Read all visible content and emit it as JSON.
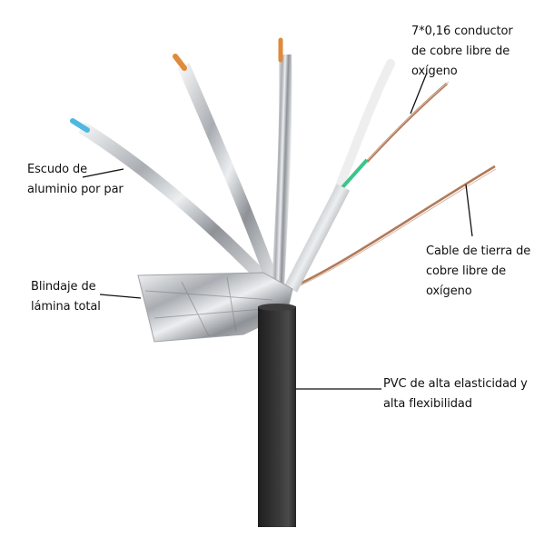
{
  "diagram": {
    "subject": "Shielded twisted-pair network cable, cutaway",
    "labels": [
      {
        "id": "conductor",
        "lines": [
          "7*0,16 conductor",
          "de cobre libre de",
          "oxígeno"
        ]
      },
      {
        "id": "pair-shield",
        "lines": [
          "Escudo de",
          "aluminio por par"
        ]
      },
      {
        "id": "ground-wire",
        "lines": [
          "Cable de tierra de",
          "cobre libre de",
          "oxígeno"
        ]
      },
      {
        "id": "overall-foil",
        "lines": [
          "Blindaje de",
          "lámina total"
        ]
      },
      {
        "id": "jacket",
        "lines": [
          "PVC de alta elasticidad y",
          "alta flexibilidad"
        ]
      }
    ],
    "colors": {
      "background": "#ffffff",
      "jacket": "#2b2b2b",
      "foil": "#c9cdd1",
      "copper": "#b07a5a",
      "wire_blue": "#4fb8e0",
      "wire_orange": "#e08a3c",
      "wire_green": "#3cc48a",
      "leader_line": "#111111"
    }
  }
}
